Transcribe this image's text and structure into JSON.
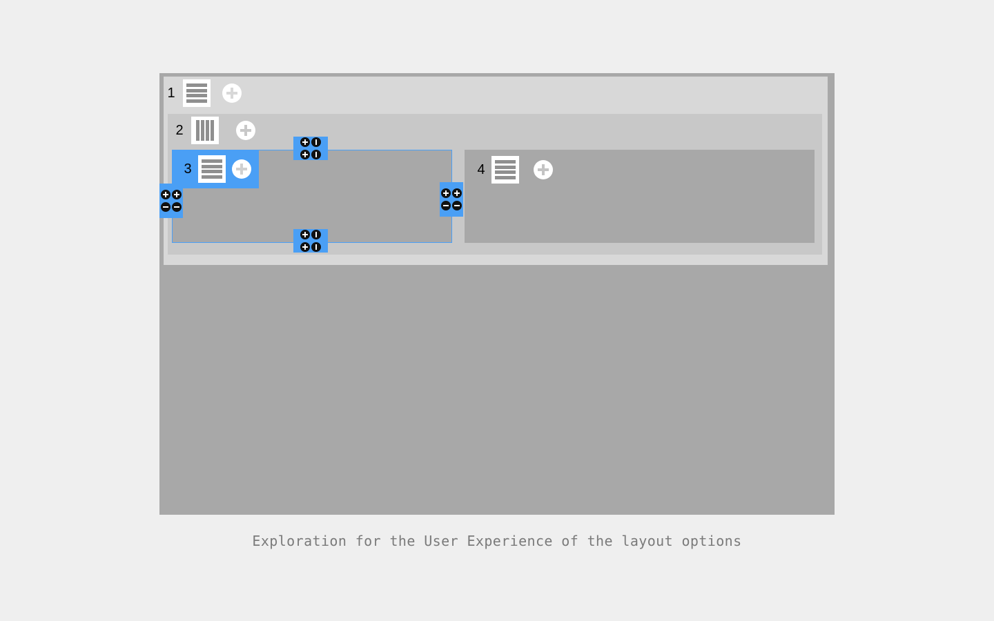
{
  "caption": "Exploration for the User Experience of the layout options",
  "colors": {
    "page_bg": "#efefef",
    "canvas": "#a8a8a8",
    "level1": "#d8d8d8",
    "level2": "#c8c8c8",
    "selected_accent": "#4a9ff5"
  },
  "containers": [
    {
      "id": "1",
      "layout_icon": "rows-layout-icon",
      "add_icon": "add-circle-icon",
      "selected": false
    },
    {
      "id": "2",
      "layout_icon": "columns-layout-icon",
      "add_icon": "add-circle-icon",
      "selected": false
    },
    {
      "id": "3",
      "layout_icon": "rows-layout-icon",
      "add_icon": "add-circle-icon",
      "selected": true
    },
    {
      "id": "4",
      "layout_icon": "rows-layout-icon",
      "add_icon": "add-circle-icon",
      "selected": false
    }
  ],
  "resize_handles": [
    {
      "edge": "top",
      "glyphs": [
        "plus",
        "minus-vertical",
        "plus",
        "minus-vertical"
      ]
    },
    {
      "edge": "bottom",
      "glyphs": [
        "plus",
        "minus-vertical",
        "plus",
        "minus-vertical"
      ]
    },
    {
      "edge": "left",
      "glyphs": [
        "plus",
        "plus",
        "minus",
        "minus"
      ]
    },
    {
      "edge": "right",
      "glyphs": [
        "plus",
        "plus",
        "minus",
        "minus"
      ]
    }
  ]
}
